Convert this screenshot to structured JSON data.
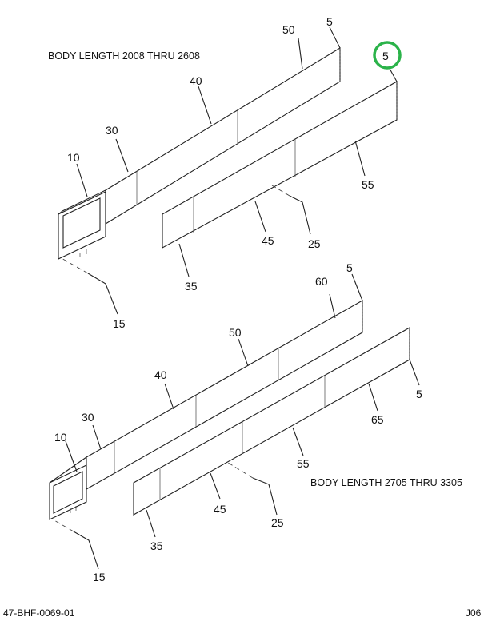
{
  "diagram": {
    "captions": {
      "upper": "BODY LENGTH 2008 THRU 2608",
      "lower": "BODY LENGTH 2705 THRU 3305"
    },
    "footer": {
      "left": "47-BHF-0069-01",
      "right": "J06"
    },
    "upper_assembly": {
      "callouts": {
        "c50": "50",
        "c5a": "5",
        "c5b": "5",
        "c40": "40",
        "c30": "30",
        "c10": "10",
        "c55": "55",
        "c45": "45",
        "c25": "25",
        "c35": "35",
        "c15": "15"
      }
    },
    "lower_assembly": {
      "callouts": {
        "c60": "60",
        "c5a": "5",
        "c50": "50",
        "c40": "40",
        "c30": "30",
        "c10": "10",
        "c5b": "5",
        "c65": "65",
        "c55": "55",
        "c45": "45",
        "c25": "25",
        "c35": "35",
        "c15": "15"
      }
    },
    "highlight_color": "#2bb34a"
  }
}
